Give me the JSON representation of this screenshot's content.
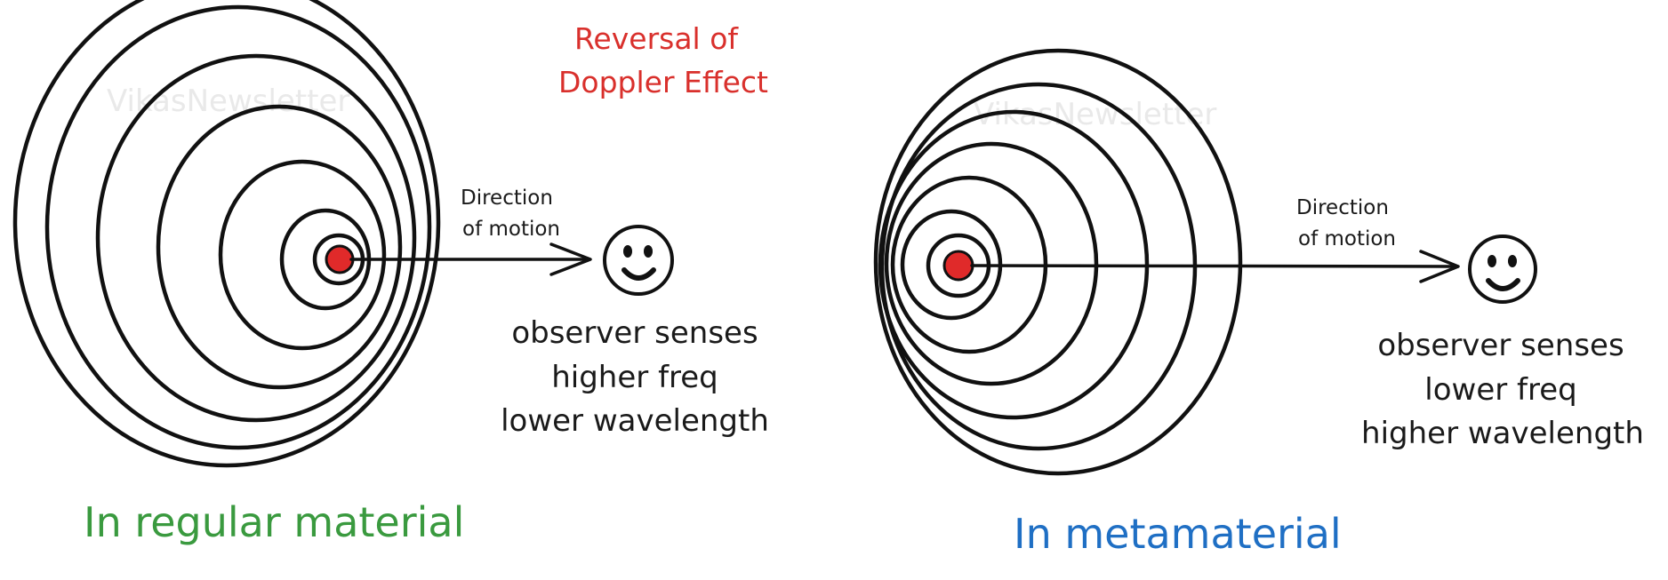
{
  "title": {
    "line1": "Reversal of",
    "line2": "Doppler Effect",
    "color": "#d9302c"
  },
  "watermark": "VikasNewsletter",
  "left": {
    "direction_line1": "Direction",
    "direction_line2": "of motion",
    "observer_line1": "observer senses",
    "observer_line2": "higher freq",
    "observer_line3": "lower wavelength",
    "caption": "In regular material",
    "caption_color": "#3a9a3f"
  },
  "right": {
    "direction_line1": "Direction",
    "direction_line2": "of motion",
    "observer_line1": "observer senses",
    "observer_line2": "lower freq",
    "observer_line3": "higher wavelength",
    "caption": "In metamaterial",
    "caption_color": "#1f6fc4"
  },
  "colors": {
    "source": "#e02a2a",
    "ink": "#111111"
  }
}
